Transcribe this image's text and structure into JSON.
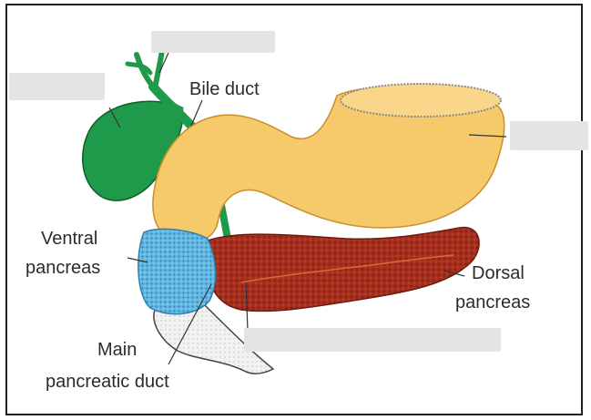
{
  "labels": {
    "bile_duct": "Bile duct",
    "ventral_line1": "Ventral",
    "ventral_line2": "pancreas",
    "dorsal_line1": "Dorsal",
    "dorsal_line2": "pancreas",
    "main_line1": "Main",
    "main_line2": "pancreatic duct"
  },
  "colors": {
    "gallbladder": "#1f9a4a",
    "stomach_duodenum": "#f6c96a",
    "dorsal_pancreas": "#a8301f",
    "ventral_pancreas": "#5fb7e3",
    "mask": "#e4e4e4"
  }
}
